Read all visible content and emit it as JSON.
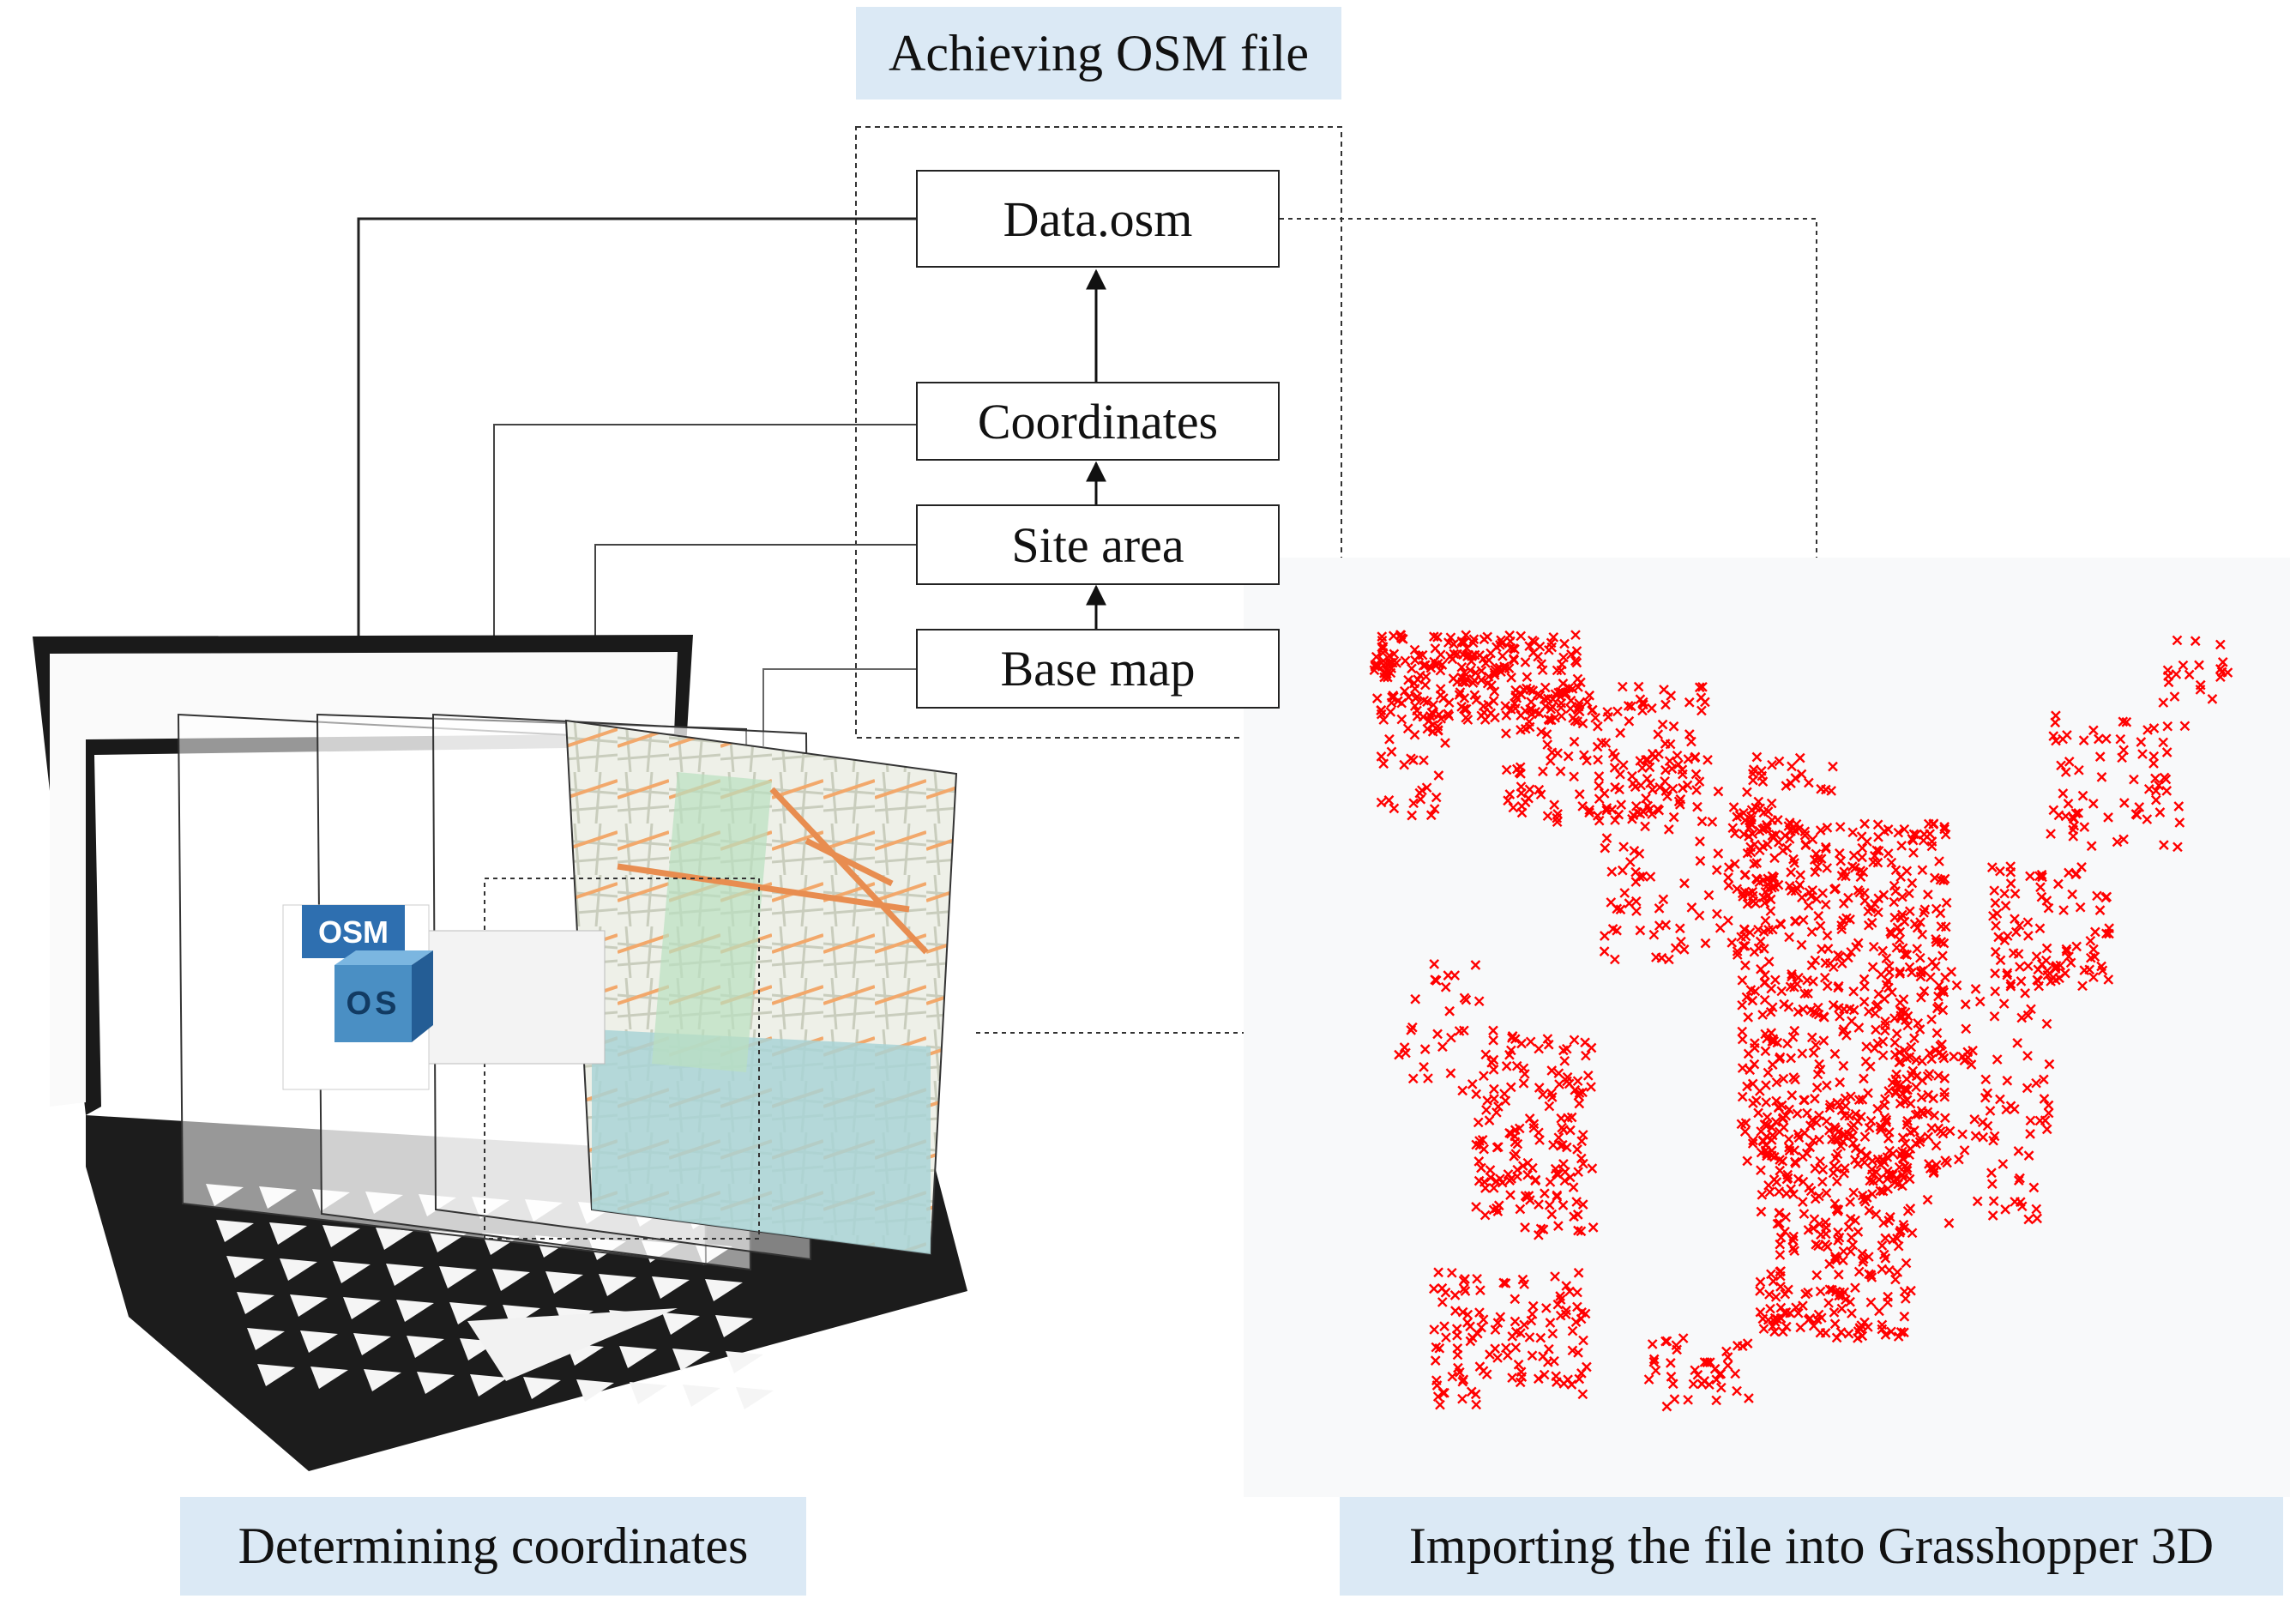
{
  "labels": {
    "achieving": "Achieving OSM file",
    "determining": "Determining coordinates",
    "importing": "Importing the file into Grasshopper 3D"
  },
  "steps": {
    "data_osm": "Data.osm",
    "coordinates": "Coordinates",
    "site_area": "Site area",
    "base_map": "Base map"
  },
  "osm_icon": {
    "badge": "OSM",
    "cube_letters": "OS"
  },
  "colors": {
    "label_bg": "#dbe9f5",
    "point_cloud": "#ff0000",
    "laptop": "#1a1a1a"
  }
}
